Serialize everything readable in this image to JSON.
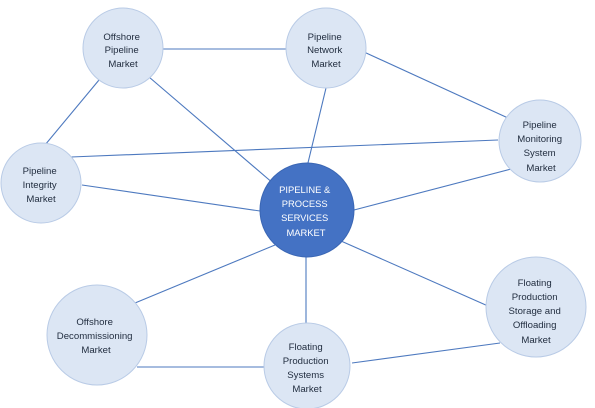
{
  "colors": {
    "edge": "#4d79bf",
    "node_fill": "#dce6f4",
    "node_stroke": "#b9cbe6",
    "center_fill": "#4472c4",
    "node_text": "#1f2b3d",
    "center_text": "#ffffff"
  },
  "center": {
    "lines": [
      "PIPELINE &",
      "PROCESS",
      "SERVICES",
      "MARKET"
    ]
  },
  "nodes": {
    "offshore_pipeline": {
      "lines": [
        "Offshore",
        "Pipeline",
        "Market"
      ]
    },
    "pipeline_network": {
      "lines": [
        "Pipeline",
        "Network",
        "Market"
      ]
    },
    "pipeline_monitoring": {
      "lines": [
        "Pipeline",
        "Monitoring",
        "System",
        "Market"
      ]
    },
    "pipeline_integrity": {
      "lines": [
        "Pipeline",
        "Integrity",
        "Market"
      ]
    },
    "offshore_decommissioning": {
      "lines": [
        "Offshore",
        "Decommissioning",
        "Market"
      ]
    },
    "floating_production_systems": {
      "lines": [
        "Floating",
        "Production",
        "Systems",
        "Market"
      ]
    },
    "fpso": {
      "lines": [
        "Floating",
        "Production",
        "Storage and",
        "Offloading",
        "Market"
      ]
    }
  }
}
